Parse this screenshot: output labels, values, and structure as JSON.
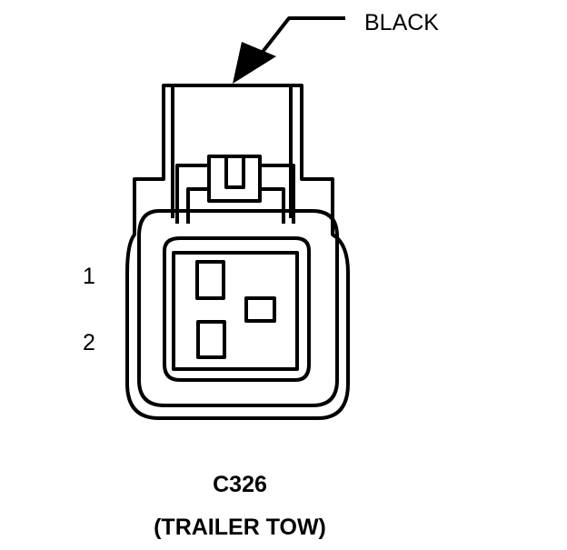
{
  "connector": {
    "id": "C326",
    "description": "(TRAILER TOW)",
    "color_label": "BLACK"
  },
  "pins": [
    {
      "label": "1"
    },
    {
      "label": "2"
    }
  ],
  "colors": {
    "line": "#000000",
    "background": "#ffffff"
  }
}
